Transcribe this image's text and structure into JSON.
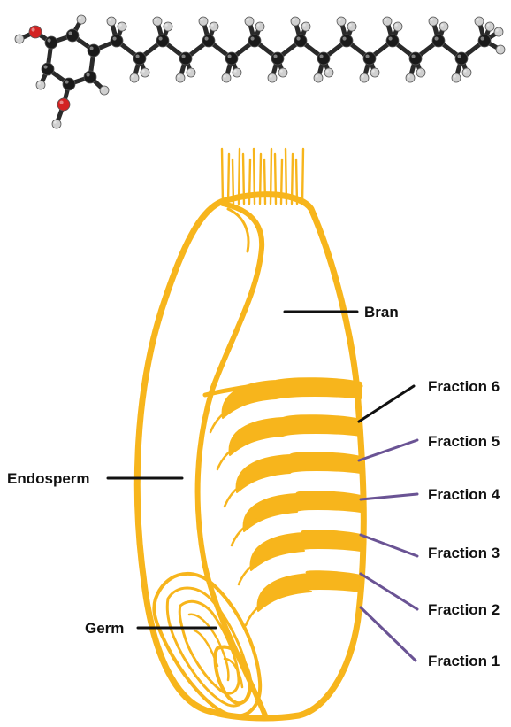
{
  "colors": {
    "grain": "#f7b51c",
    "leader_black": "#111111",
    "leader_purple": "#6a5394",
    "atom_carbon": "#1a1a1a",
    "atom_hydrogen": "#d0d0d0",
    "atom_oxygen": "#d32222"
  },
  "labels": {
    "bran": "Bran",
    "endosperm": "Endosperm",
    "germ": "Germ",
    "fractions": [
      "Fraction 6",
      "Fraction 5",
      "Fraction 4",
      "Fraction 3",
      "Fraction 2",
      "Fraction 1"
    ]
  },
  "molecule": {
    "icon": "ball-and-stick-molecule-icon"
  }
}
